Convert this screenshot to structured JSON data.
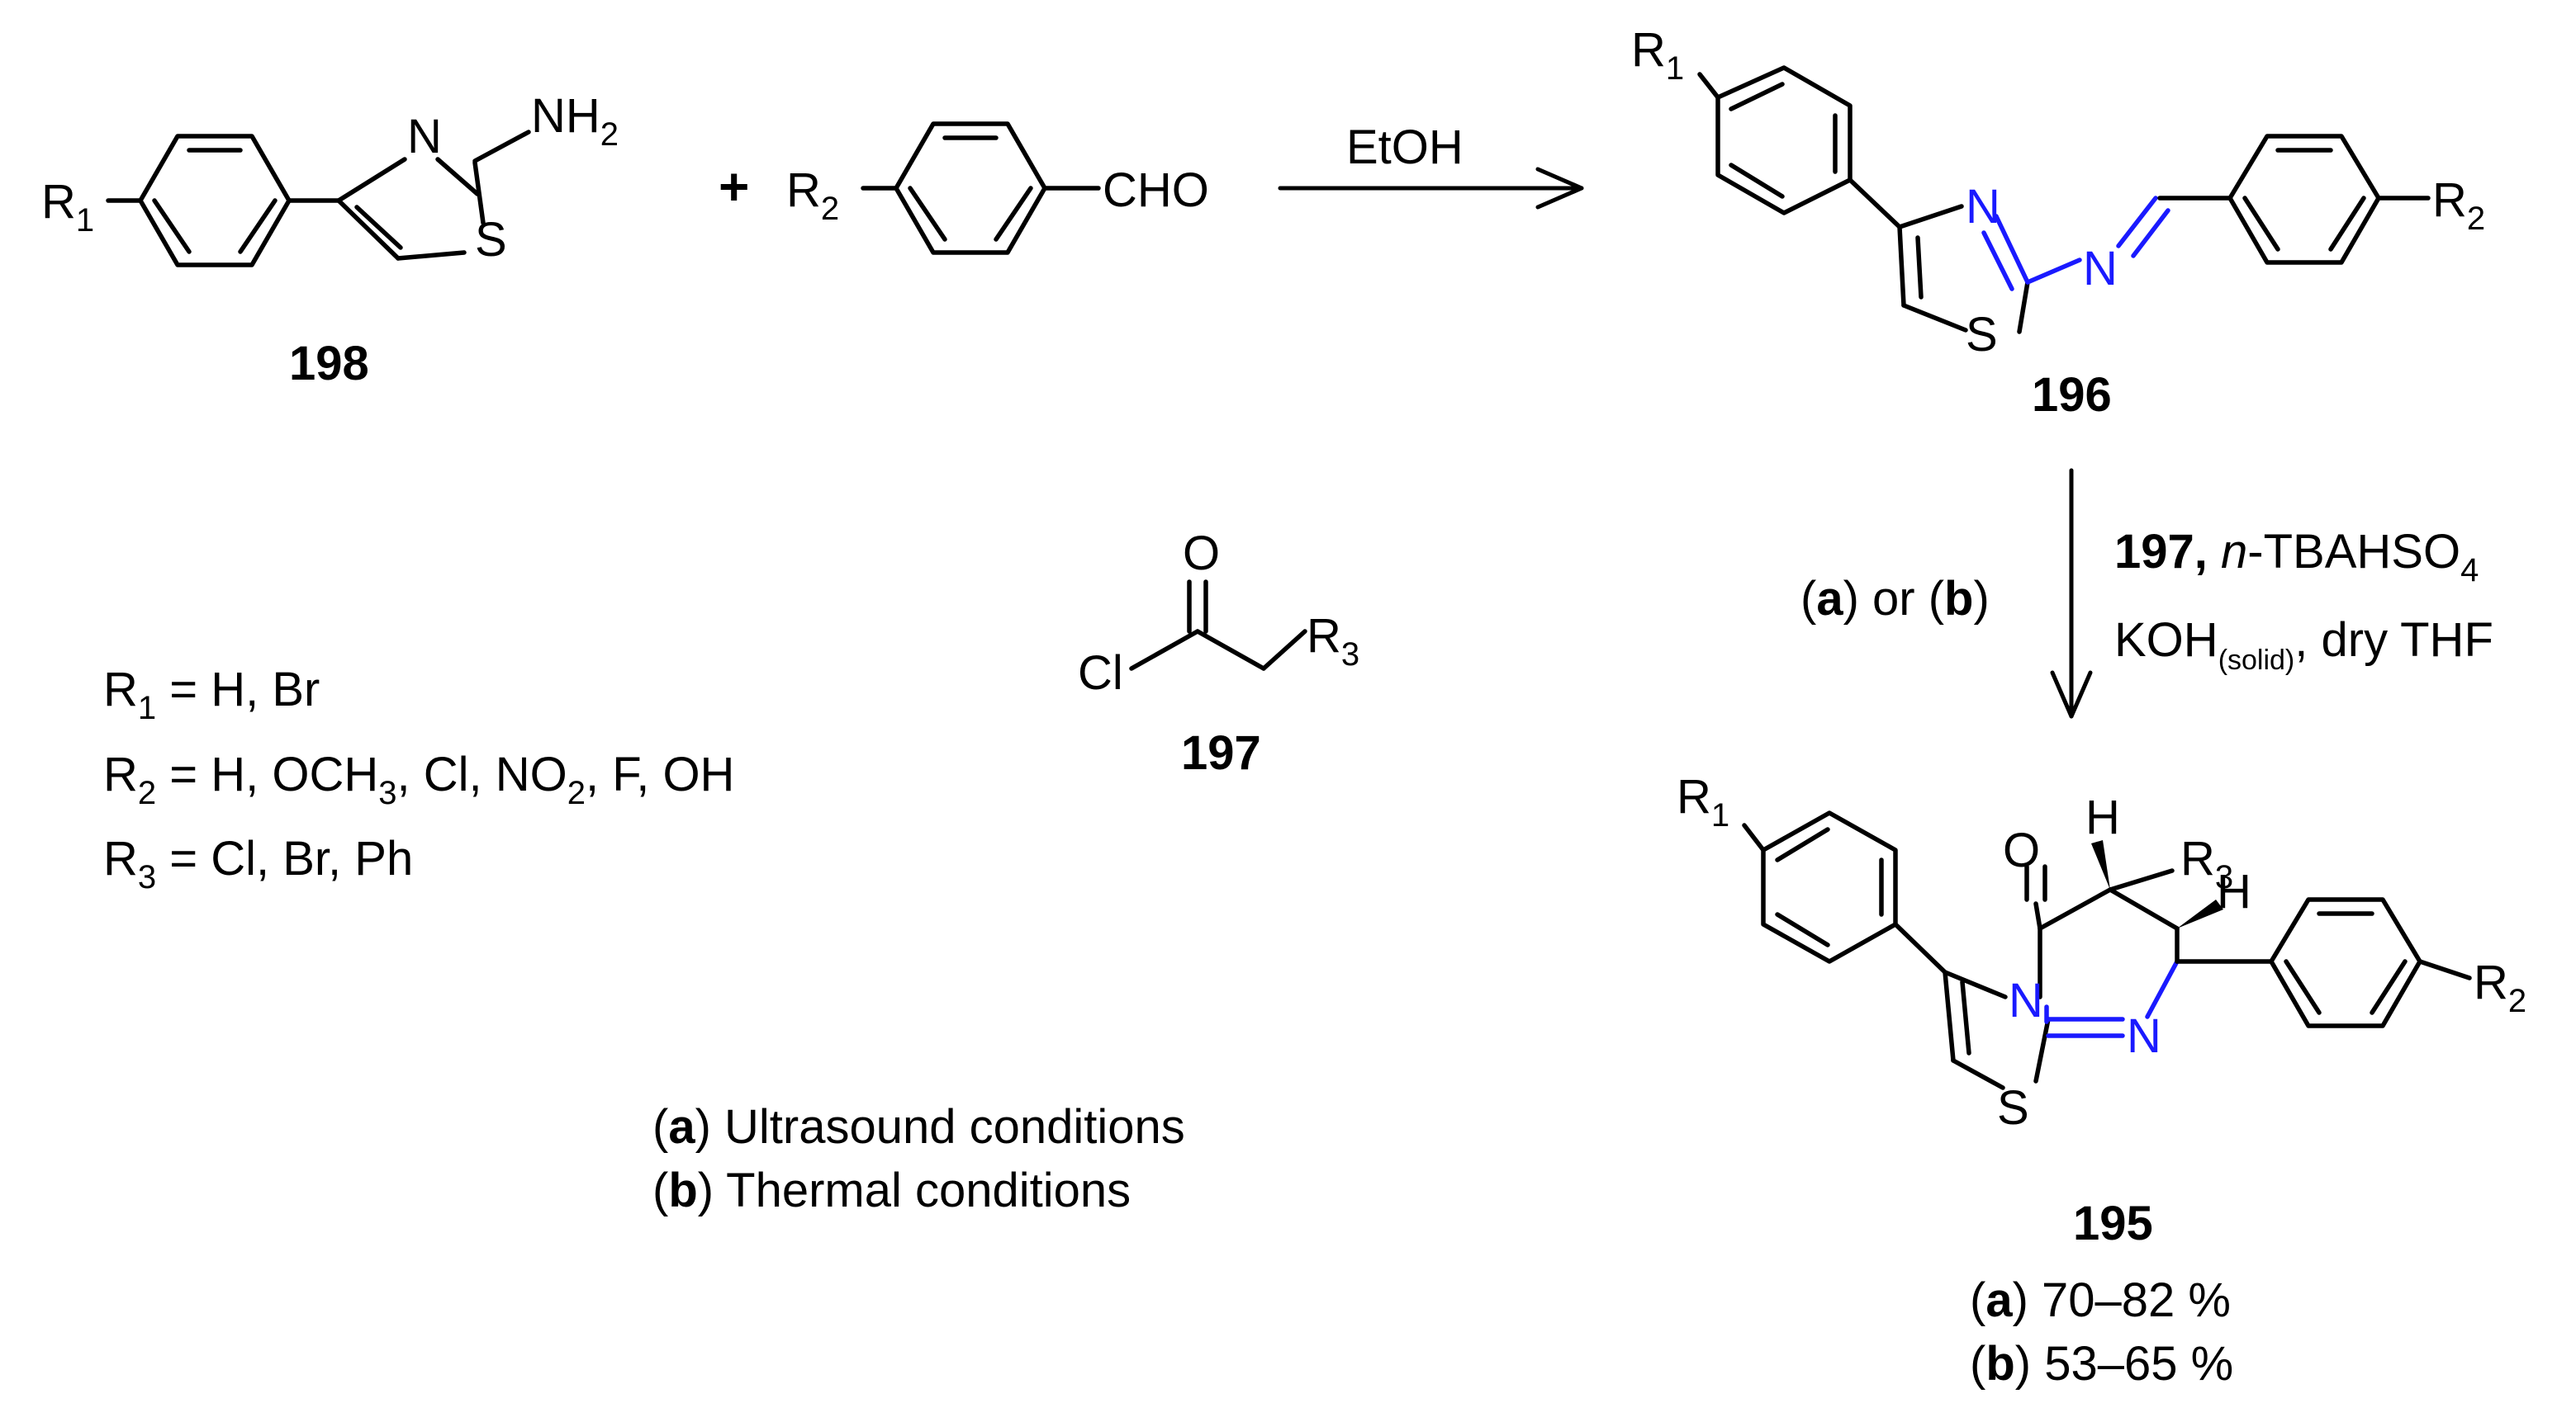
{
  "compounds": {
    "c198": "198",
    "c197": "197",
    "c196": "196",
    "c195": "195"
  },
  "plus": "+",
  "reagents": {
    "etoh": "EtOH",
    "step2_bold": "197,",
    "step2_n": "n",
    "step2_rest": "-TBAHSO",
    "step2_sub4": "4",
    "koh": "KOH",
    "solid": "(solid)",
    "koh_rest": ", dry THF",
    "paren_open": "(",
    "a": "a",
    "or_text": ") or (",
    "b": "b",
    "paren_close": ")"
  },
  "atoms": {
    "R": "R",
    "sub1": "1",
    "sub2": "2",
    "sub3": "3",
    "N": "N",
    "S": "S",
    "NH": "NH",
    "sub_nh2": "2",
    "CHO": "CHO",
    "O": "O",
    "Cl": "Cl",
    "H": "H"
  },
  "substituents": {
    "r1_rest": " = H, Br",
    "r2_a": " = H, OCH",
    "r2_sub3": "3",
    "r2_b": ", Cl, NO",
    "r2_sub2": "2",
    "r2_c": ", F, OH",
    "r3_rest": " = Cl, Br, Ph"
  },
  "conditions": {
    "a_text": ") Ultrasound conditions",
    "b_text": ") Thermal conditions"
  },
  "yields": {
    "a_text": ") 70–82 %",
    "b_text": ") 53–65 %"
  }
}
